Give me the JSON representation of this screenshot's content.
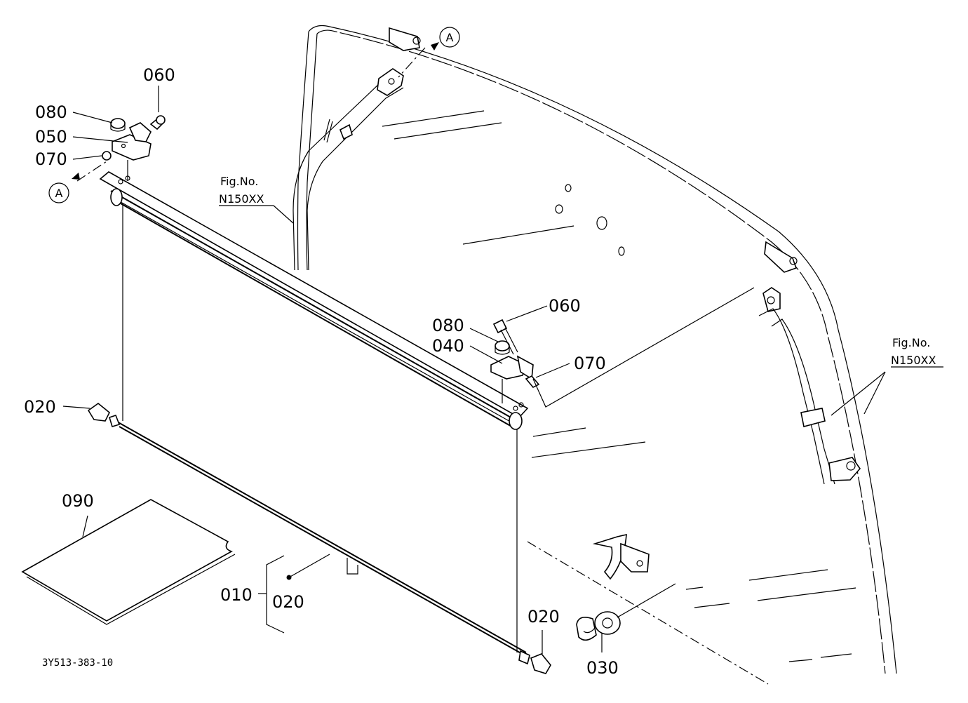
{
  "diagram": {
    "drawing_number": "3Y513-383-10",
    "fig_ref_label": "Fig.No.",
    "fig_ref_number": "N150XX",
    "connector_letter": "A",
    "parts": {
      "p010": "010",
      "p020": "020",
      "p030": "030",
      "p040": "040",
      "p050": "050",
      "p060": "060",
      "p070": "070",
      "p080": "080",
      "p090": "090"
    }
  }
}
